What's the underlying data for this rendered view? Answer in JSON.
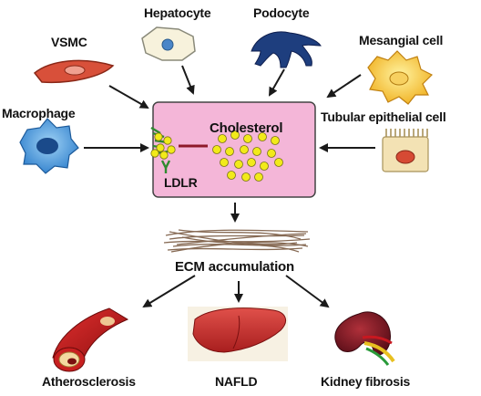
{
  "cells": {
    "vsmc": "VSMC",
    "hepatocyte": "Hepatocyte",
    "podocyte": "Podocyte",
    "mesangial": "Mesangial cell",
    "macrophage": "Macrophage",
    "tubular": "Tubular epithelial cell"
  },
  "center": {
    "cholesterol": "Cholesterol",
    "receptor": "LDLR"
  },
  "ecm": "ECM accumulation",
  "outcomes": {
    "athero": "Atherosclerosis",
    "nafld": "NAFLD",
    "kidney": "Kidney fibrosis"
  },
  "colors": {
    "cell_box": "#f4b6d8",
    "cholesterol_dot": "#f2ea1a",
    "receptor": "#2f8a2f",
    "arrow": "#1a1a1a"
  }
}
